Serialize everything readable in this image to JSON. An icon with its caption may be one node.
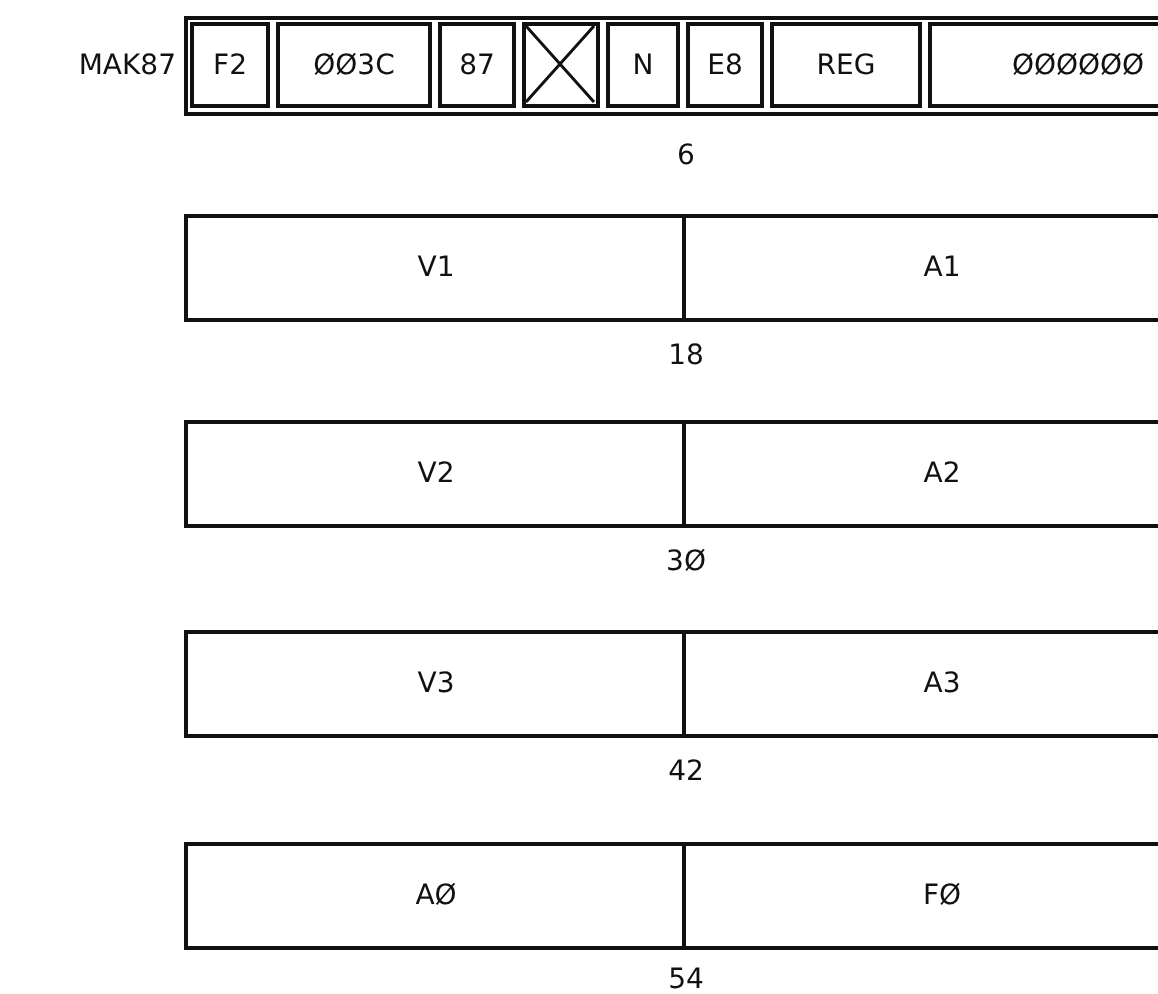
{
  "diagram": {
    "nodes": [
      {
        "text": [
          "MAK87"
        ],
        "beside": [
          "6"
        ]
      },
      {
        "text": [
          "F2"
        ],
        "in": 0
      },
      {
        "text": [
          "ØØ3C"
        ],
        "in": 0
      },
      {
        "text": [
          "87"
        ],
        "in": 0
      },
      {
        "text": [],
        "shape": "box",
        "in": 0
      },
      {
        "text": [
          "N"
        ],
        "in": 0
      },
      {
        "text": [
          "E8"
        ],
        "in": 0
      },
      {
        "text": [
          "REG"
        ],
        "in": 0
      },
      {
        "text": [
          "ØØØØØØ"
        ],
        "in": 0
      },
      {
        "text": [
          "V1"
        ]
      },
      {
        "text": [
          "A1"
        ]
      },
      {
        "text": [
          "V2"
        ]
      },
      {
        "text": [
          "A2"
        ]
      },
      {
        "text": [
          "V3"
        ]
      },
      {
        "text": [
          "A3"
        ]
      },
      {
        "text": [
          "AØ"
        ]
      },
      {
        "text": [
          "FØ"
        ]
      }
    ],
    "labels": [
      "18",
      "3Ø",
      "42",
      "54"
    ]
  }
}
